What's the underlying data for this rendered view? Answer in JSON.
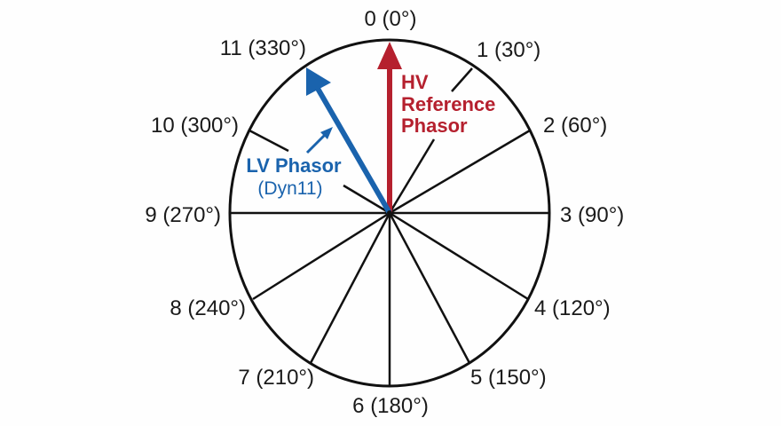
{
  "diagram": {
    "title": "",
    "type": "vector group phasor clock diagram",
    "hour_labels": [
      {
        "hour": "0",
        "label": "0 (0°)"
      },
      {
        "hour": "1",
        "label": "1 (30°)"
      },
      {
        "hour": "2",
        "label": "2 (60°)"
      },
      {
        "hour": "3",
        "label": "3 (90°)"
      },
      {
        "hour": "4",
        "label": "4 (120°)"
      },
      {
        "hour": "5",
        "label": "5 (150°)"
      },
      {
        "hour": "6",
        "label": "6 (180°)"
      },
      {
        "hour": "7",
        "label": "7 (210°)"
      },
      {
        "hour": "8",
        "label": "8 (240°)"
      },
      {
        "hour": "9",
        "label": "9 (270°)"
      },
      {
        "hour": "10",
        "label": "10 (300°)"
      },
      {
        "hour": "11",
        "label": "11 (330°)"
      }
    ],
    "hv_phasor": {
      "line1": "HV",
      "line2": "Reference",
      "line3": "Phasor",
      "angle_deg": 0,
      "color": "#b5202e"
    },
    "lv_phasor": {
      "line1": "LV Phasor",
      "line2": "(Dyn11)",
      "angle_deg": 330,
      "color": "#1a63ad"
    },
    "colors": {
      "outline": "#111111",
      "text": "#1a1a1a",
      "background": "#fefefe"
    }
  }
}
